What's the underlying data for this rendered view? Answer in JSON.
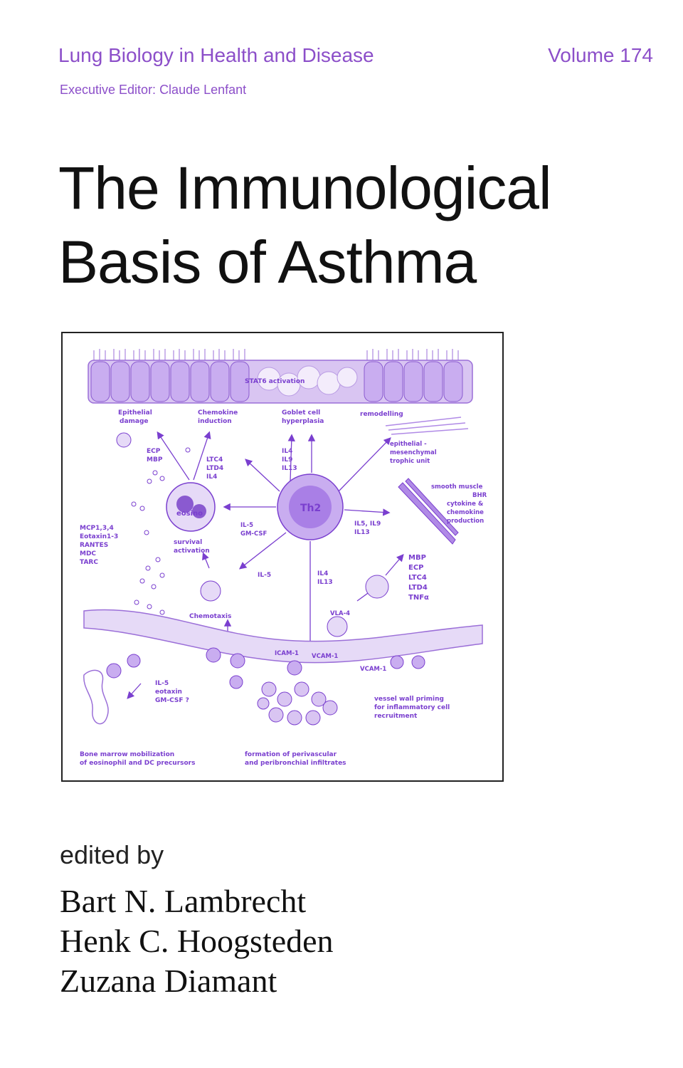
{
  "header": {
    "series": "Lung Biology in Health and Disease",
    "volume": "Volume 174",
    "executive_editor": "Executive Editor: Claude Lenfant"
  },
  "title": {
    "line1": "The Immunological",
    "line2": "Basis of Asthma"
  },
  "figure": {
    "labels": {
      "stat6": "STAT6 activation",
      "epithelial_damage_1": "Epithelial",
      "epithelial_damage_2": "damage",
      "chemokine_1": "Chemokine",
      "chemokine_2": "induction",
      "goblet_1": "Goblet cell",
      "goblet_2": "hyperplasia",
      "remodelling": "remodelling",
      "emtu_1": "epithelial -",
      "emtu_2": "mesenchymal",
      "emtu_3": "trophic unit",
      "smooth_1": "smooth muscle",
      "smooth_2": "BHR",
      "smooth_3": "cytokine &",
      "smooth_4": "chemokine",
      "smooth_5": "production",
      "ecp": "ECP",
      "mbp": "MBP",
      "ltc4": "LTC4",
      "ltd4": "LTD4",
      "il4a": "IL4",
      "il4b": "IL4",
      "il9": "IL9",
      "il13a": "IL13",
      "th2": "Th2",
      "eosino": "eosino",
      "il5_gmcsf_1": "IL-5",
      "il5_gmcsf_2": "GM-CSF",
      "il5_il9_1": "IL5, IL9",
      "il5_il9_2": "IL13",
      "mcp": "MCP1,3,4",
      "eotaxin13": "Eotaxin1-3",
      "rantes": "RANTES",
      "mdc": "MDC",
      "tarc": "TARC",
      "survival_1": "survival",
      "survival_2": "activation",
      "il5b": "IL-5",
      "il4c": "IL4",
      "il13b": "IL13",
      "mbp2": "MBP",
      "ecp2": "ECP",
      "ltc4b": "LTC4",
      "ltd4b": "LTD4",
      "tnfa": "TNFα",
      "chemotaxis": "Chemotaxis",
      "vla4": "VLA-4",
      "icam1": "ICAM-1",
      "vcam1a": "VCAM-1",
      "vcam1b": "VCAM-1",
      "il5c": "IL-5",
      "eotaxin": "eotaxin",
      "gmcsf": "GM-CSF ?",
      "vessel_1": "vessel wall priming",
      "vessel_2": "for inflammatory cell",
      "vessel_3": "recruitment",
      "bone_1": "Bone marrow mobilization",
      "bone_2": "of eosinophil and DC precursors",
      "peri_1": "formation of perivascular",
      "peri_2": "and peribronchial infiltrates"
    }
  },
  "editors": {
    "edited_by": "edited by",
    "names": [
      "Bart N. Lambrecht",
      "Henk C. Hoogsteden",
      "Zuzana Diamant"
    ]
  },
  "colors": {
    "accent": "#8c4fc9",
    "figure_purple": "#7a3fcf",
    "text": "#111111"
  }
}
